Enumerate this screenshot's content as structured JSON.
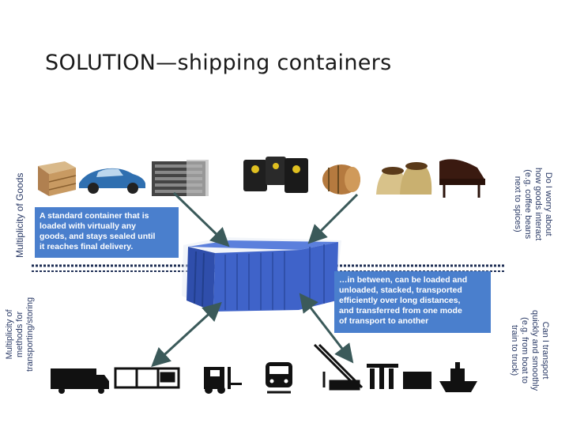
{
  "slide": {
    "title": "SOLUTION—shipping containers"
  },
  "labels": {
    "left_top": "Multiplicity of Goods",
    "left_bottom": [
      "Multiplicity of",
      "methods for",
      "transporting/storing"
    ],
    "right_top": [
      "Do I worry about",
      "how goods interact",
      "(e.g. coffee beans",
      "next to spices)"
    ],
    "right_bottom": [
      "Can I transport",
      "quickly and smoothly",
      "(e.g. from boat to",
      "train to truck)"
    ]
  },
  "boxes": {
    "standard_container": [
      "A standard container that is",
      "loaded with virtually any",
      "goods, and stays sealed until",
      "it reaches final delivery."
    ],
    "in_between": [
      "…in between, can be loaded and",
      "unloaded, stacked, transported",
      "efficiently over long distances,",
      "and transferred from one mode",
      "of transport to another"
    ]
  },
  "colors": {
    "container": "#3f63c9",
    "box": "#4a7fcd",
    "arrow": "#3b5a5a",
    "divider": "#1f2f55",
    "silhouette": "#111111"
  },
  "icons": {
    "goods": [
      "wooden-crate-icon",
      "sports-car-icon",
      "electronics-rack-icon",
      "oil-barrels-icon",
      "wooden-barrel-icon",
      "coffee-sacks-icon",
      "grand-piano-icon"
    ],
    "transport": [
      "truck-icon",
      "rail-flatcar-icon",
      "forklift-icon",
      "train-icon",
      "crane-icon",
      "port-cranes-icon",
      "ship-icon"
    ]
  }
}
